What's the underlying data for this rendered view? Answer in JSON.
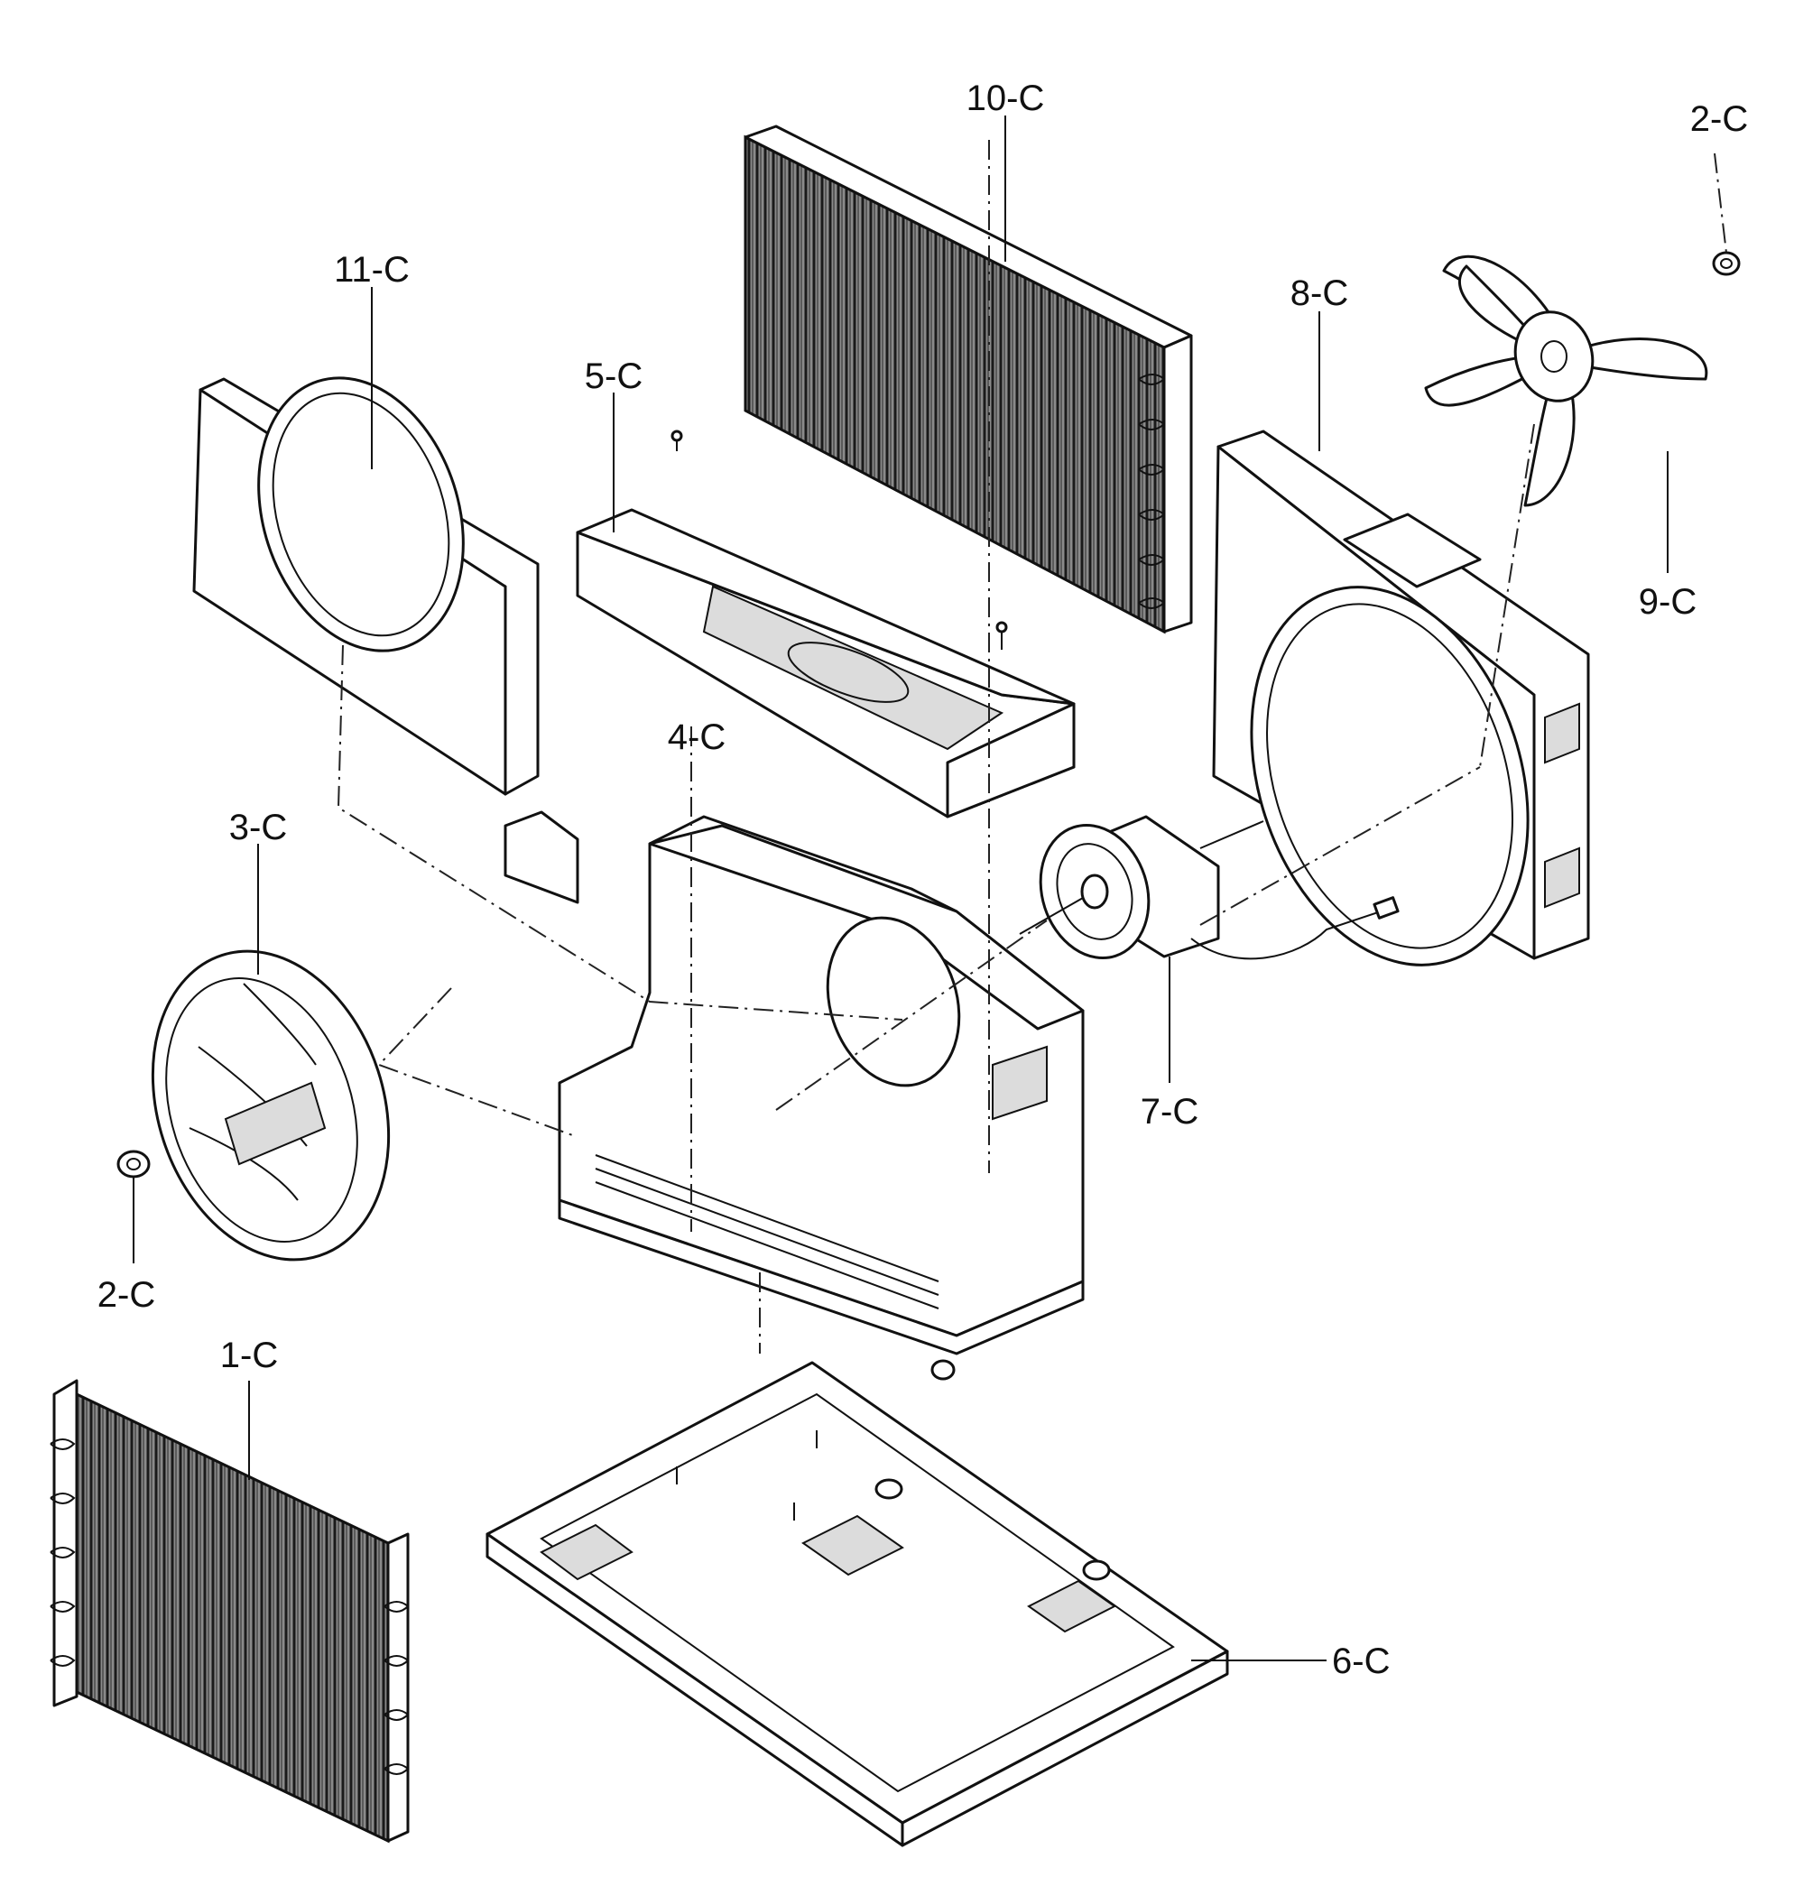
{
  "labels": {
    "c1": "1-C",
    "c2_top": "2-C",
    "c2_bottom": "2-C",
    "c3": "3-C",
    "c4": "4-C",
    "c5": "5-C",
    "c6": "6-C",
    "c7": "7-C",
    "c8": "8-C",
    "c9": "9-C",
    "c10": "10-C",
    "c11": "11-C"
  }
}
